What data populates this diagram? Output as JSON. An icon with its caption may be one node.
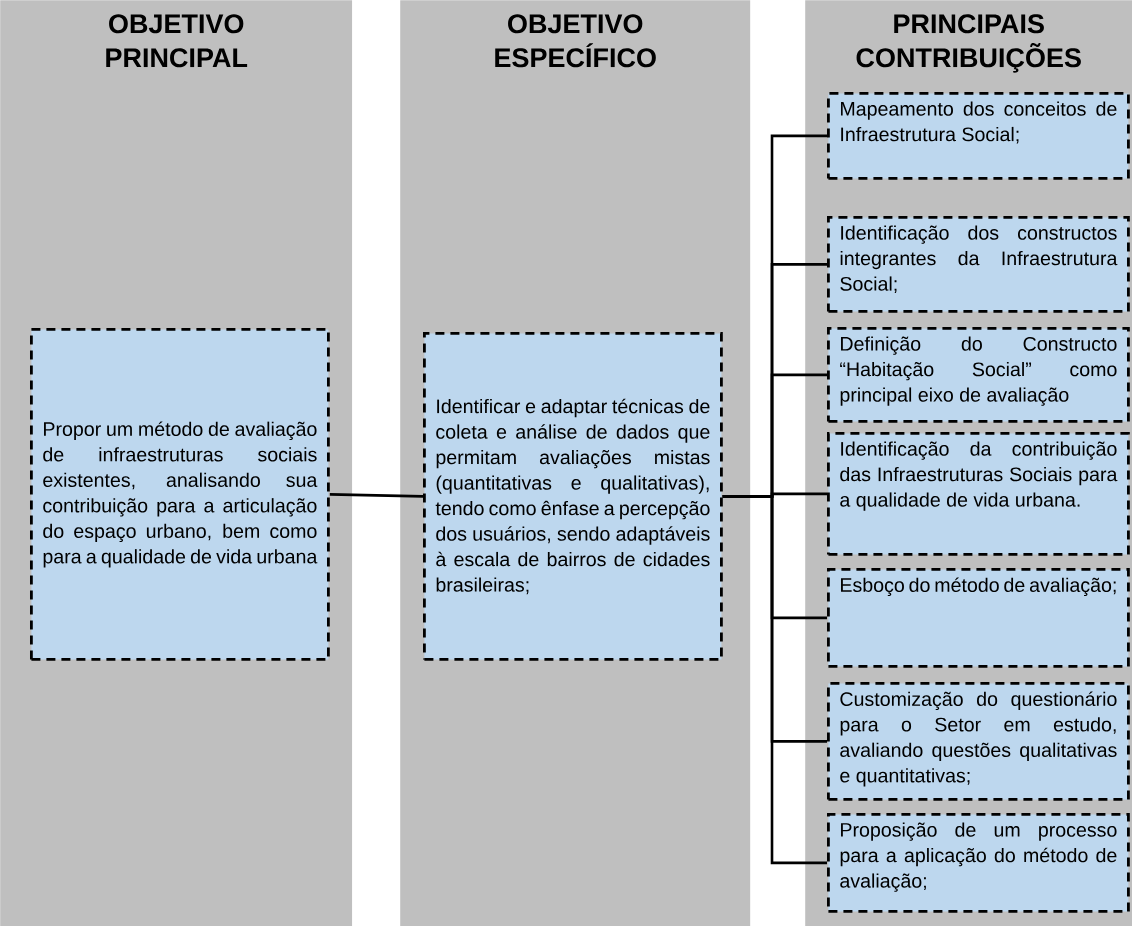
{
  "diagram": {
    "nodes": [
      {
        "text": [
          "OBJETIVO PRINCIPAL"
        ]
      },
      {
        "text": [
          "Propor um método de avaliação de infraestruturas sociais existentes, analisando sua contribuição para a articulação do espaço urbano, bem como para a qualidade de vida urbana"
        ],
        "in": 0
      },
      {
        "text": [
          "OBJETIVO ESPECÍFICO"
        ]
      },
      {
        "text": [
          "Identificar e adaptar técnicas de coleta e análise de dados que permitam avaliações mistas (quantitativas e qualitativas), tendo como ênfase a percepção dos usuários, sendo adaptáveis à escala de bairros de cidades brasileiras;"
        ],
        "in": 2
      },
      {
        "text": [
          "PRINCIPAIS CONTRIBUIÇÕES"
        ]
      },
      {
        "text": [
          "Mapeamento dos conceitos de Infraestrutura Social;"
        ],
        "in": 4
      },
      {
        "text": [
          "Identificação dos constructos integrantes da Infraestrutura Social;"
        ],
        "in": 4
      },
      {
        "text": [
          "Definição do Constructo “Habitação Social” como principal eixo de avaliação"
        ],
        "in": 4
      },
      {
        "text": [
          "Identificação da contribuição das Infraestruturas Sociais para a qualidade de vida urbana."
        ],
        "in": 4
      },
      {
        "text": [
          "Esboço do método de avaliação;"
        ],
        "in": 4
      },
      {
        "text": [
          "Customização do questionário para o Setor em estudo, avaliando questões qualitativas e quantitativas;"
        ],
        "in": 4
      },
      {
        "text": [
          "Proposição de um processo para a aplicação do método de avaliação;"
        ],
        "in": 4
      }
    ],
    "edges": [
      {
        "from": 1,
        "to": 3,
        "arrow": "none"
      },
      {
        "from": 3,
        "to": 5,
        "arrow": "none"
      },
      {
        "from": 3,
        "to": 6,
        "arrow": "none"
      },
      {
        "from": 3,
        "to": 7,
        "arrow": "none"
      },
      {
        "from": 3,
        "to": 8,
        "arrow": "none"
      },
      {
        "from": 3,
        "to": 9,
        "arrow": "none"
      },
      {
        "from": 3,
        "to": 10,
        "arrow": "none"
      },
      {
        "from": 3,
        "to": 11,
        "arrow": "none"
      }
    ]
  }
}
